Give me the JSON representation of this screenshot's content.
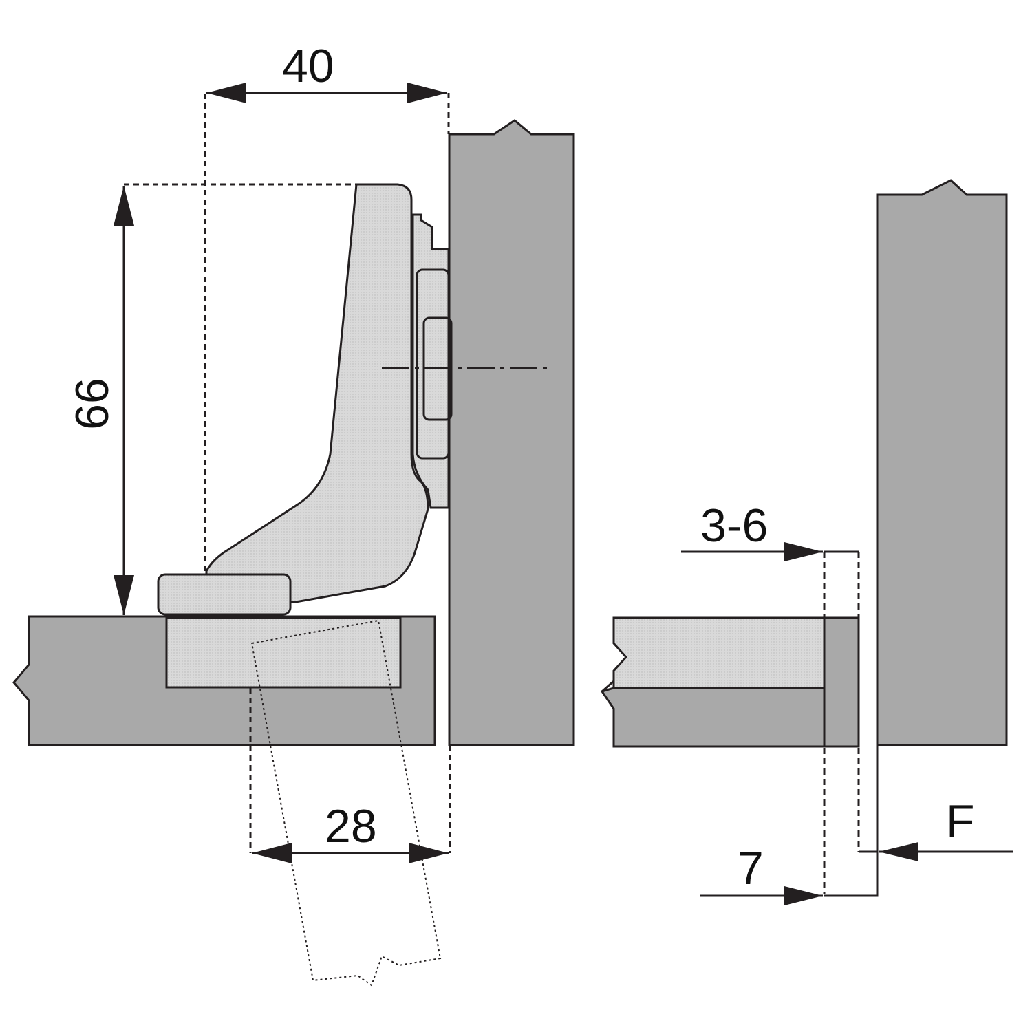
{
  "dimensions": {
    "width_overall": "40",
    "height": "66",
    "drill_offset": "28",
    "overlay_range": "3-6",
    "distance": "7",
    "gap": "F"
  },
  "colors": {
    "panel_gray": "#a9a9a9",
    "hinge_light": "#d6d6d6",
    "line": "#231f20",
    "background": "#ffffff"
  }
}
